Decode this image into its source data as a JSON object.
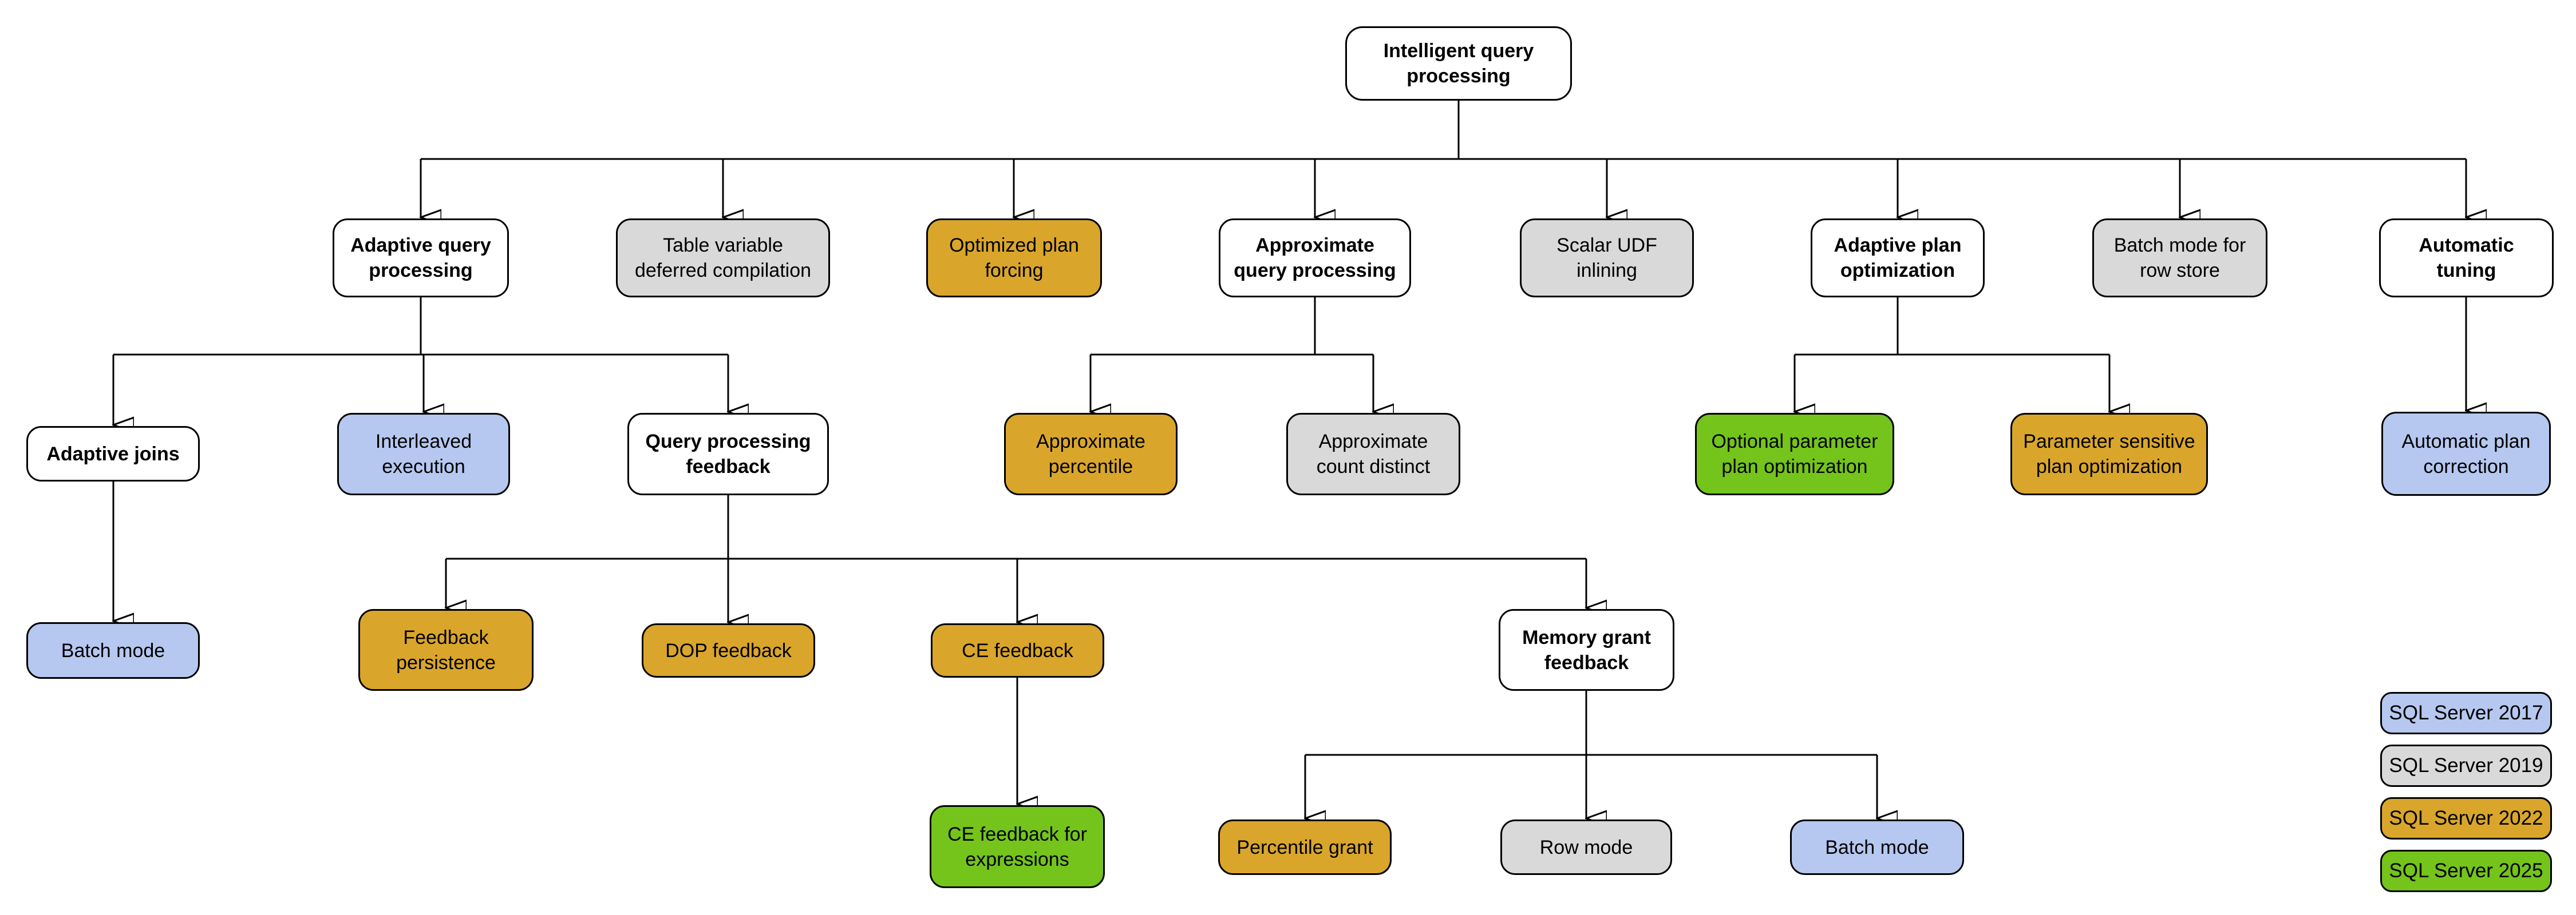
{
  "versions": {
    "v2017": "#b6c8f0",
    "v2019": "#d9d9d9",
    "v2022": "#d9a62b",
    "v2025": "#74c41c",
    "none": "#ffffff"
  },
  "nodes": [
    {
      "id": "intelligent-query-processing",
      "label": "Intelligent query processing",
      "version": "none"
    },
    {
      "id": "adaptive-query-processing",
      "label": "Adaptive query processing",
      "version": "none"
    },
    {
      "id": "table-variable-deferred-compilation",
      "label": "Table variable deferred compilation",
      "version": "v2019"
    },
    {
      "id": "optimized-plan-forcing",
      "label": "Optimized plan forcing",
      "version": "v2022"
    },
    {
      "id": "approximate-query-processing",
      "label": "Approximate query processing",
      "version": "none"
    },
    {
      "id": "scalar-udf-inlining",
      "label": "Scalar UDF inlining",
      "version": "v2019"
    },
    {
      "id": "adaptive-plan-optimization",
      "label": "Adaptive plan optimization",
      "version": "none"
    },
    {
      "id": "batch-mode-for-row-store",
      "label": "Batch mode for row store",
      "version": "v2019"
    },
    {
      "id": "automatic-tuning",
      "label": "Automatic tuning",
      "version": "none"
    },
    {
      "id": "adaptive-joins",
      "label": "Adaptive joins",
      "version": "none"
    },
    {
      "id": "interleaved-execution",
      "label": "Interleaved execution",
      "version": "v2017"
    },
    {
      "id": "query-processing-feedback",
      "label": "Query processing feedback",
      "version": "none"
    },
    {
      "id": "approximate-percentile",
      "label": "Approximate percentile",
      "version": "v2022"
    },
    {
      "id": "approximate-count-distinct",
      "label": "Approximate count distinct",
      "version": "v2019"
    },
    {
      "id": "optional-parameter-plan-optimization",
      "label": "Optional parameter plan optimization",
      "version": "v2025"
    },
    {
      "id": "parameter-sensitive-plan-optimization",
      "label": "Parameter sensitive plan optimization",
      "version": "v2022"
    },
    {
      "id": "automatic-plan-correction",
      "label": "Automatic plan correction",
      "version": "v2017"
    },
    {
      "id": "batch-mode-under-adaptive-joins",
      "label": "Batch mode",
      "version": "v2017"
    },
    {
      "id": "feedback-persistence",
      "label": "Feedback persistence",
      "version": "v2022"
    },
    {
      "id": "dop-feedback",
      "label": "DOP feedback",
      "version": "v2022"
    },
    {
      "id": "ce-feedback",
      "label": "CE feedback",
      "version": "v2022"
    },
    {
      "id": "memory-grant-feedback",
      "label": "Memory grant feedback",
      "version": "none"
    },
    {
      "id": "ce-feedback-for-expressions",
      "label": "CE feedback for expressions",
      "version": "v2025"
    },
    {
      "id": "percentile-grant",
      "label": "Percentile grant",
      "version": "v2022"
    },
    {
      "id": "row-mode",
      "label": "Row mode",
      "version": "v2019"
    },
    {
      "id": "batch-mode-under-memory-grant",
      "label": "Batch mode",
      "version": "v2017"
    }
  ],
  "edges": [
    [
      "intelligent-query-processing",
      "adaptive-query-processing"
    ],
    [
      "intelligent-query-processing",
      "table-variable-deferred-compilation"
    ],
    [
      "intelligent-query-processing",
      "optimized-plan-forcing"
    ],
    [
      "intelligent-query-processing",
      "approximate-query-processing"
    ],
    [
      "intelligent-query-processing",
      "scalar-udf-inlining"
    ],
    [
      "intelligent-query-processing",
      "adaptive-plan-optimization"
    ],
    [
      "intelligent-query-processing",
      "batch-mode-for-row-store"
    ],
    [
      "intelligent-query-processing",
      "automatic-tuning"
    ],
    [
      "adaptive-query-processing",
      "adaptive-joins"
    ],
    [
      "adaptive-query-processing",
      "interleaved-execution"
    ],
    [
      "adaptive-query-processing",
      "query-processing-feedback"
    ],
    [
      "approximate-query-processing",
      "approximate-percentile"
    ],
    [
      "approximate-query-processing",
      "approximate-count-distinct"
    ],
    [
      "adaptive-plan-optimization",
      "optional-parameter-plan-optimization"
    ],
    [
      "adaptive-plan-optimization",
      "parameter-sensitive-plan-optimization"
    ],
    [
      "automatic-tuning",
      "automatic-plan-correction"
    ],
    [
      "adaptive-joins",
      "batch-mode-under-adaptive-joins"
    ],
    [
      "query-processing-feedback",
      "feedback-persistence"
    ],
    [
      "query-processing-feedback",
      "dop-feedback"
    ],
    [
      "query-processing-feedback",
      "ce-feedback"
    ],
    [
      "query-processing-feedback",
      "memory-grant-feedback"
    ],
    [
      "ce-feedback",
      "ce-feedback-for-expressions"
    ],
    [
      "memory-grant-feedback",
      "percentile-grant"
    ],
    [
      "memory-grant-feedback",
      "row-mode"
    ],
    [
      "memory-grant-feedback",
      "batch-mode-under-memory-grant"
    ]
  ],
  "legend": [
    {
      "label": "SQL Server 2017",
      "version": "v2017"
    },
    {
      "label": "SQL Server 2019",
      "version": "v2019"
    },
    {
      "label": "SQL Server 2022",
      "version": "v2022"
    },
    {
      "label": "SQL Server 2025",
      "version": "v2025"
    }
  ]
}
